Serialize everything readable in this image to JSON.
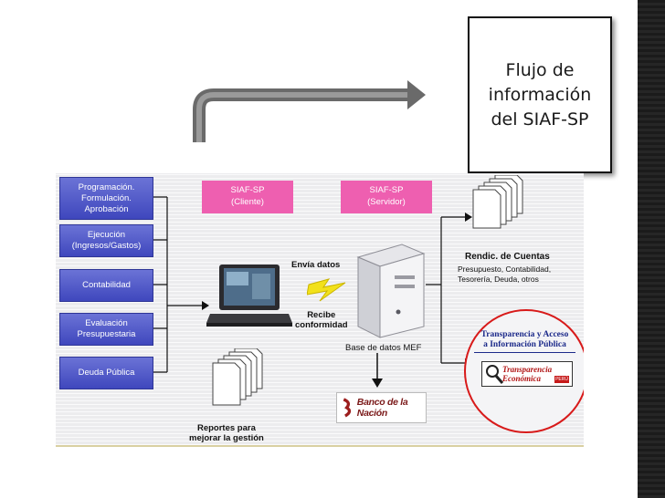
{
  "title": "Flujo de\ninformación\ndel SIAF-SP",
  "diagram": {
    "left_boxes": [
      "Programación.\nFormulación.\nAprobación",
      "Ejecución\n(Ingresos/Gastos)",
      "Contabilidad",
      "Evaluación\nPresupuestaria",
      "Deuda Pública"
    ],
    "client_label": "SIAF-SP\n(Cliente)",
    "server_label": "SIAF-SP\n(Servidor)",
    "envia_datos": "Envía datos",
    "recibe_conformidad": "Recibe\nconformidad",
    "base_datos": "Base de datos MEF",
    "rendic_title": "Rendic. de Cuentas",
    "rendic_detail": "Presupuesto, Contabilidad,\nTesorería, Deuda,  otros",
    "reportes": "Reportes para\nmejorar la gestión",
    "transparencia_title": "Transparencia y Acceso\na Información Pública",
    "transparencia_logo": "Transparencia\nEconómica",
    "transparencia_badge": "PERÚ",
    "banco": "Banco de la Nación"
  },
  "colors": {
    "left_box": "#4a52c8",
    "pink_label": "#ee5fb0",
    "circle": "#d81a1a",
    "banco": "#7b1a1a"
  },
  "icons": [
    "laptop-icon",
    "server-icon",
    "lightning-icon",
    "document-stack-icon",
    "magnifier-icon",
    "arrow-icon"
  ]
}
